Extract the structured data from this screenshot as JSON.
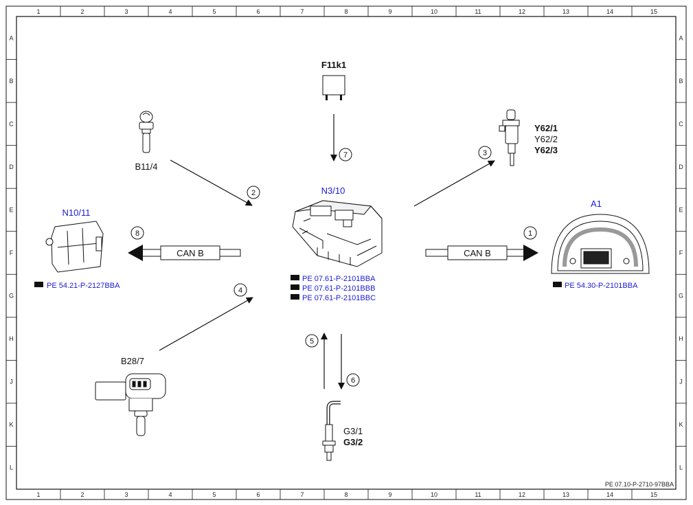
{
  "grid": {
    "columns": [
      "1",
      "2",
      "3",
      "4",
      "5",
      "6",
      "7",
      "8",
      "9",
      "10",
      "11",
      "12",
      "13",
      "14",
      "15"
    ],
    "rows": [
      "A",
      "B",
      "C",
      "D",
      "E",
      "F",
      "G",
      "H",
      "J",
      "K",
      "L"
    ]
  },
  "components": {
    "n3_10": {
      "label": "N3/10",
      "refs": [
        "PE 07.61-P-2101BBA",
        "PE 07.61-P-2101BBB",
        "PE 07.61-P-2101BBC"
      ]
    },
    "f11k1": {
      "label": "F11k1"
    },
    "b11_4": {
      "label": "B11/4"
    },
    "y62": {
      "labels": [
        "Y62/1",
        "Y62/2",
        "Y62/3"
      ]
    },
    "a1": {
      "label": "A1",
      "ref": "PE 54.30-P-2101BBA"
    },
    "n10_11": {
      "label": "N10/11",
      "ref": "PE 54.21-P-2127BBA"
    },
    "b28_7": {
      "label": "B28/7"
    },
    "g3": {
      "labels": [
        "G3/1",
        "G3/2"
      ]
    }
  },
  "connections": [
    {
      "num": "1",
      "bus": "CAN B"
    },
    {
      "num": "2"
    },
    {
      "num": "3"
    },
    {
      "num": "4"
    },
    {
      "num": "5"
    },
    {
      "num": "6"
    },
    {
      "num": "7"
    },
    {
      "num": "8",
      "bus": "CAN B"
    }
  ],
  "footer": {
    "doc_id": "PE 07.10-P-2710-97BBA"
  },
  "colors": {
    "blue": "#1a1ad6",
    "line": "#111111"
  }
}
